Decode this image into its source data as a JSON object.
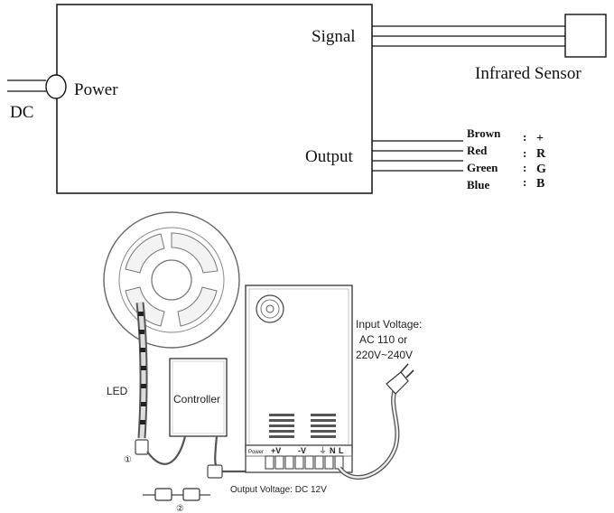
{
  "top_diagram": {
    "dc_label": "DC",
    "power_label": "Power",
    "signal_label": "Signal",
    "output_label": "Output",
    "sensor_label": "Infrared Sensor",
    "wires": [
      {
        "color_name": "Brown",
        "colon": ":",
        "symbol": "+"
      },
      {
        "color_name": "Red",
        "colon": ":",
        "symbol": "R"
      },
      {
        "color_name": "Green",
        "colon": ":",
        "symbol": "G"
      },
      {
        "color_name": "Blue",
        "colon": ":",
        "symbol": "B"
      }
    ]
  },
  "bottom_diagram": {
    "led_label": "LED",
    "controller_label": "Controller",
    "input_voltage_lines": [
      "Input Voltage:",
      "AC 110 or",
      "220V~240V"
    ],
    "output_voltage_label": "Output Voltage: DC 12V",
    "terminal_labels": {
      "power": "Power",
      "pos": "+V",
      "neg": "-V",
      "ground": "⏚",
      "n": "N",
      "l": "L"
    },
    "marker_1": "①",
    "marker_2": "②"
  }
}
